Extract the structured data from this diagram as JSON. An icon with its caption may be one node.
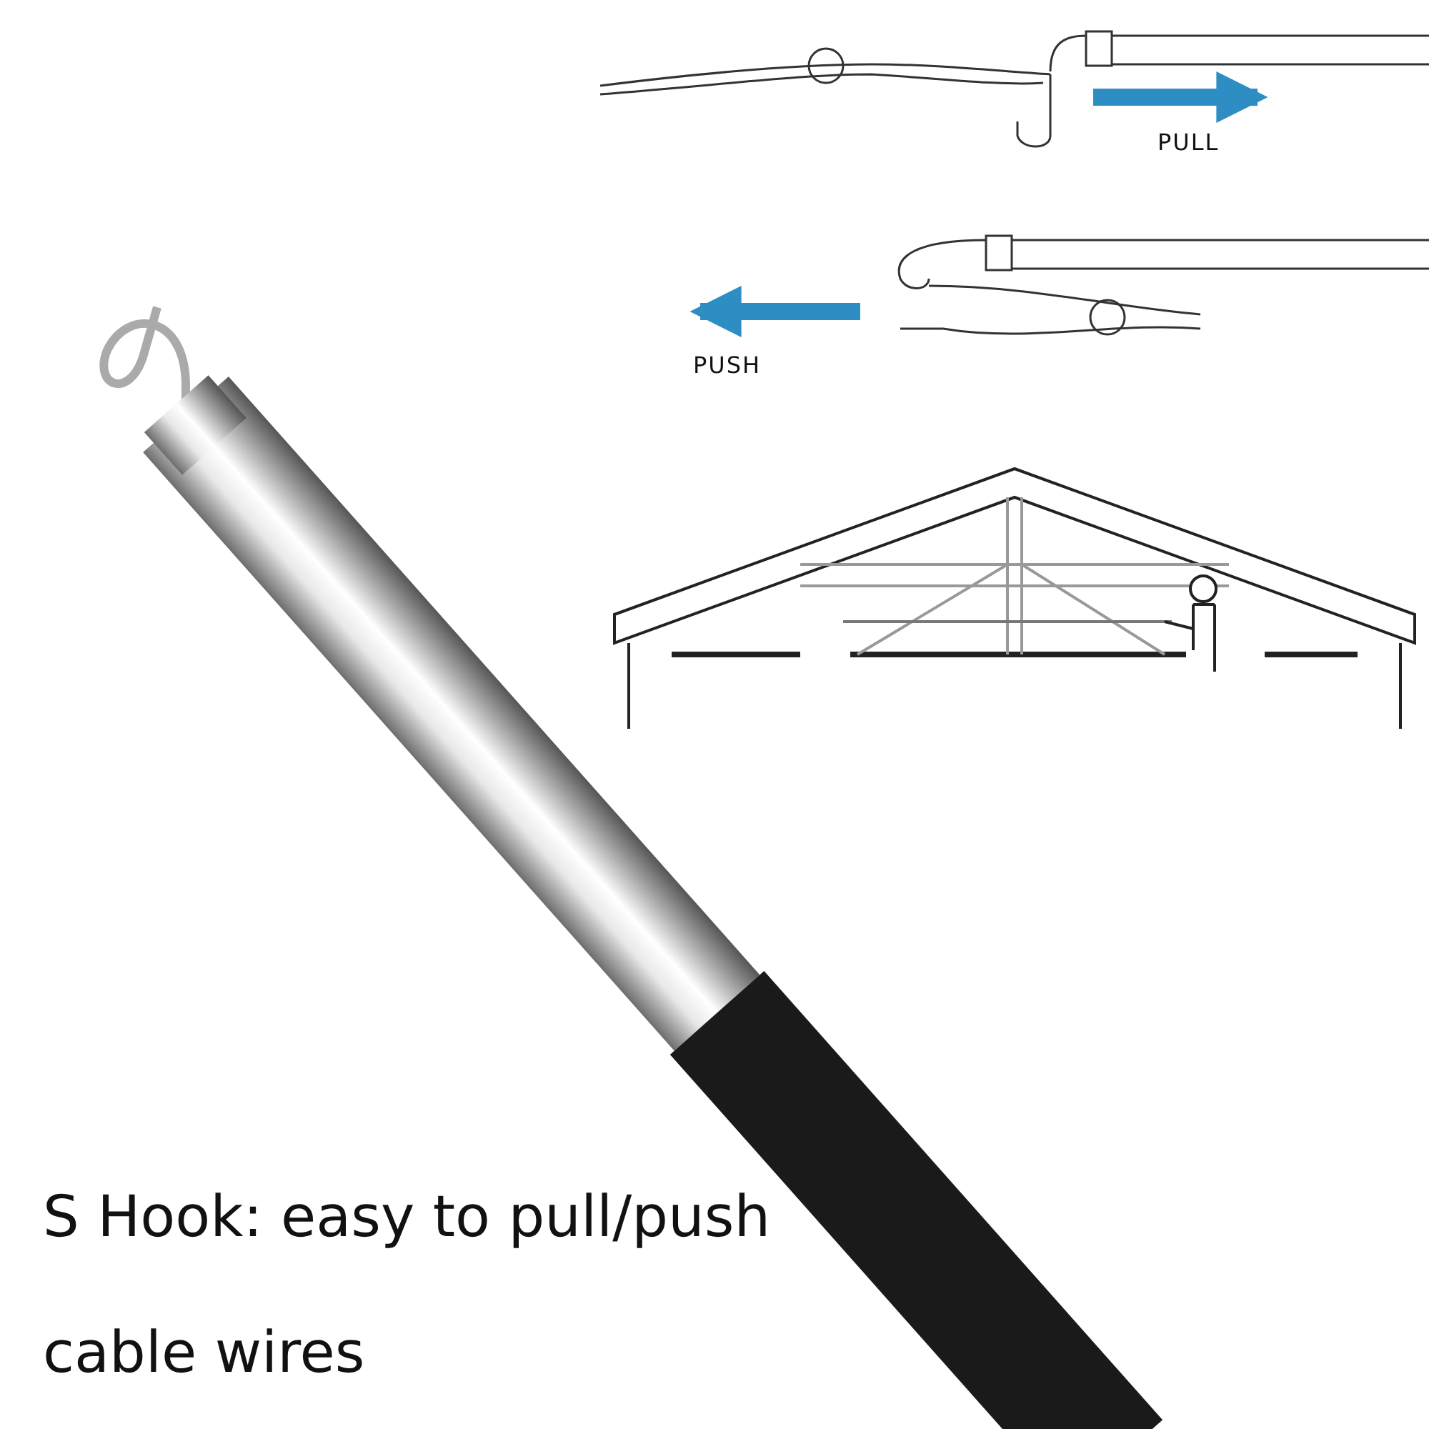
{
  "diagram": {
    "labels": [
      "PULL",
      "PUSH",
      "S Hook: easy to pull/push cable wires"
    ]
  }
}
